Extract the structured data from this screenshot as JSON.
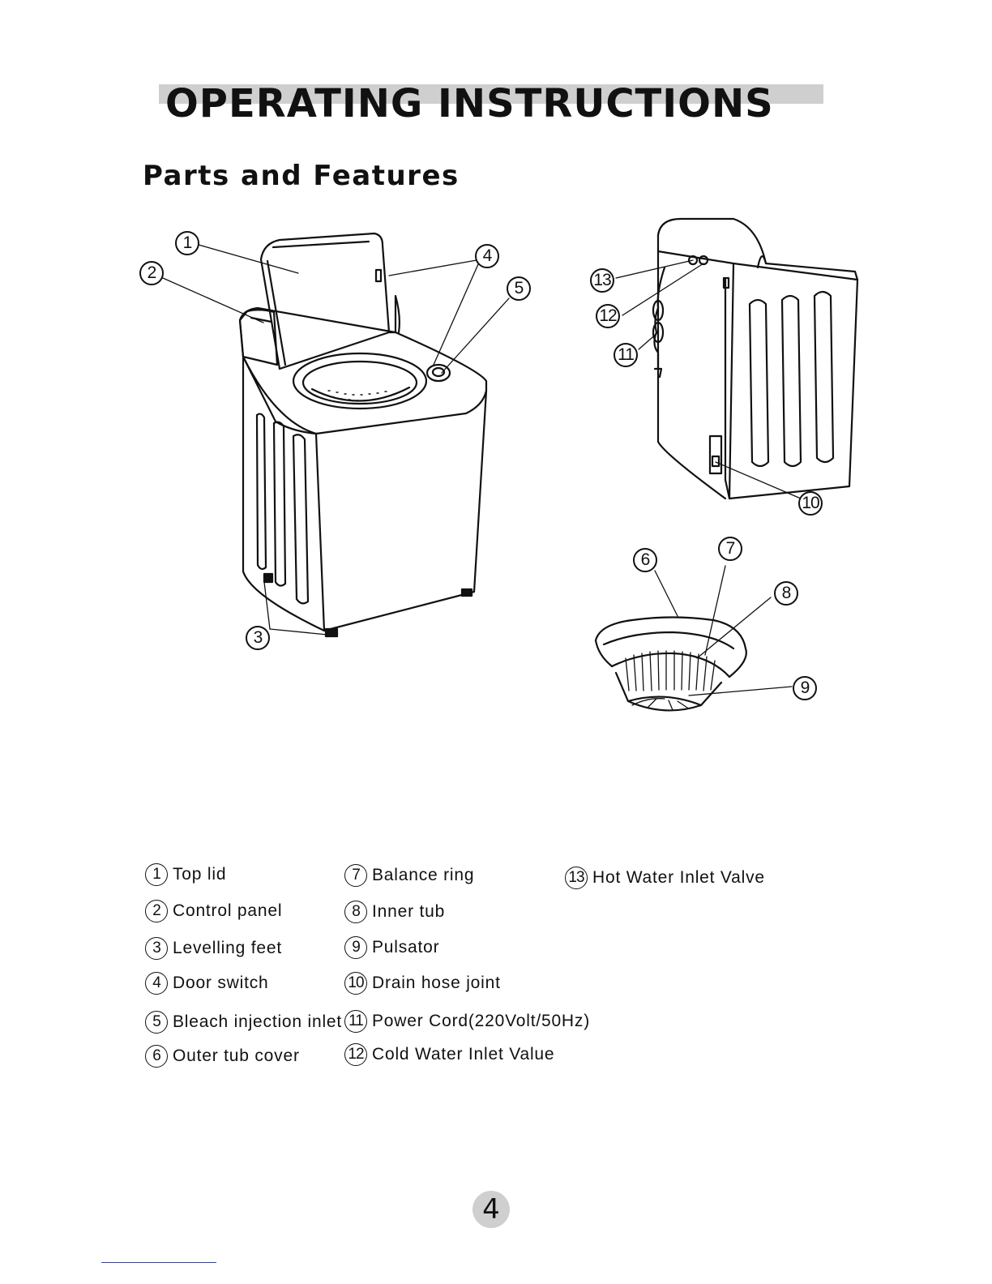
{
  "header": {
    "title": "OPERATING INSTRUCTIONS",
    "subtitle": "Parts and Features"
  },
  "callouts": [
    "1",
    "2",
    "3",
    "4",
    "5",
    "6",
    "7",
    "8",
    "9",
    "10",
    "11",
    "12",
    "13"
  ],
  "legend": {
    "col1": [
      {
        "num": "1",
        "label": "Top lid"
      },
      {
        "num": "2",
        "label": "Control panel"
      },
      {
        "num": "3",
        "label": "Levelling feet"
      },
      {
        "num": "4",
        "label": "Door switch"
      },
      {
        "num": "5",
        "label": "Bleach injection inlet"
      },
      {
        "num": "6",
        "label": "Outer tub cover"
      }
    ],
    "col2": [
      {
        "num": "7",
        "label": "Balance ring"
      },
      {
        "num": "8",
        "label": "Inner tub"
      },
      {
        "num": "9",
        "label": "Pulsator"
      },
      {
        "num": "10",
        "label": "Drain hose joint"
      },
      {
        "num": "11",
        "label": "Power Cord(220Volt/50Hz)"
      },
      {
        "num": "12",
        "label": "Cold Water Inlet Value"
      }
    ],
    "col3": [
      {
        "num": "13",
        "label": "Hot Water Inlet Valve"
      }
    ]
  },
  "footer": {
    "page_number": "4"
  }
}
